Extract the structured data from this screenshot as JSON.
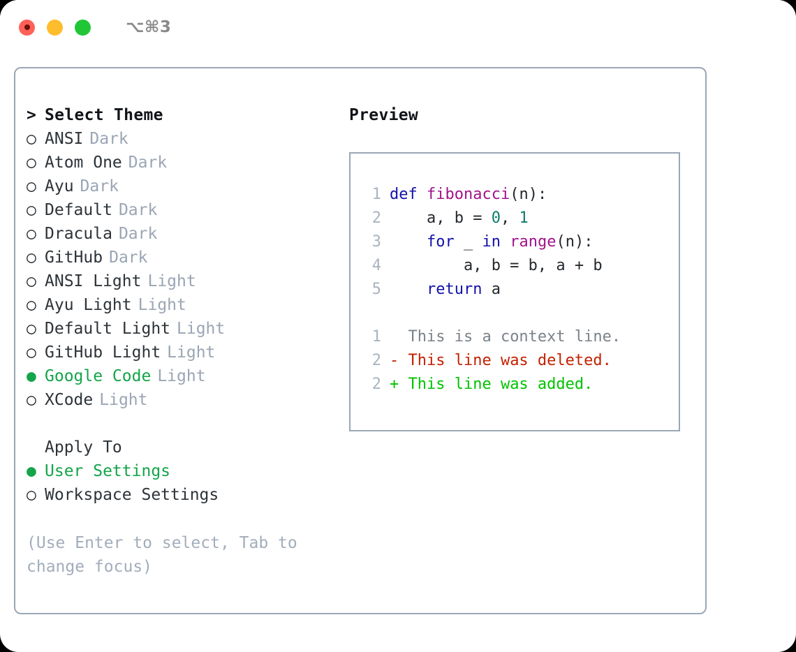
{
  "window": {
    "shortcut_label": "⌥⌘3",
    "traffic_lights": [
      "close",
      "minimize",
      "maximize"
    ]
  },
  "theme_picker": {
    "heading_marker": ">",
    "heading": "Select Theme",
    "items": [
      {
        "marker": "○",
        "label": "ANSI",
        "category": "Dark",
        "selected": false
      },
      {
        "marker": "○",
        "label": "Atom One",
        "category": "Dark",
        "selected": false
      },
      {
        "marker": "○",
        "label": "Ayu",
        "category": "Dark",
        "selected": false
      },
      {
        "marker": "○",
        "label": "Default",
        "category": "Dark",
        "selected": false
      },
      {
        "marker": "○",
        "label": "Dracula",
        "category": "Dark",
        "selected": false
      },
      {
        "marker": "○",
        "label": "GitHub",
        "category": "Dark",
        "selected": false
      },
      {
        "marker": "○",
        "label": "ANSI Light",
        "category": "Light",
        "selected": false
      },
      {
        "marker": "○",
        "label": "Ayu Light",
        "category": "Light",
        "selected": false
      },
      {
        "marker": "○",
        "label": "Default Light",
        "category": "Light",
        "selected": false
      },
      {
        "marker": "○",
        "label": "GitHub Light",
        "category": "Light",
        "selected": false
      },
      {
        "marker": "●",
        "label": "Google Code",
        "category": "Light",
        "selected": true
      },
      {
        "marker": "○",
        "label": "XCode",
        "category": "Light",
        "selected": false
      }
    ]
  },
  "apply_to": {
    "title": "Apply To",
    "options": [
      {
        "marker": "●",
        "label": "User Settings",
        "selected": true
      },
      {
        "marker": "○",
        "label": "Workspace Settings",
        "selected": false
      }
    ]
  },
  "hint": "(Use Enter to select, Tab to change focus)",
  "preview": {
    "title": "Preview",
    "code_lines": [
      {
        "number": "1",
        "tokens": [
          {
            "text": "def ",
            "type": "kw"
          },
          {
            "text": "fibonacci",
            "type": "fn"
          },
          {
            "text": "(n):",
            "type": "pl"
          }
        ]
      },
      {
        "number": "2",
        "tokens": [
          {
            "text": "    a, b = ",
            "type": "pl"
          },
          {
            "text": "0",
            "type": "num"
          },
          {
            "text": ", ",
            "type": "pl"
          },
          {
            "text": "1",
            "type": "num"
          }
        ]
      },
      {
        "number": "3",
        "tokens": [
          {
            "text": "    ",
            "type": "pl"
          },
          {
            "text": "for",
            "type": "kw"
          },
          {
            "text": " _ ",
            "type": "pl"
          },
          {
            "text": "in",
            "type": "kw"
          },
          {
            "text": " ",
            "type": "pl"
          },
          {
            "text": "range",
            "type": "fn"
          },
          {
            "text": "(n):",
            "type": "pl"
          }
        ]
      },
      {
        "number": "4",
        "tokens": [
          {
            "text": "        a, b = b, a + b",
            "type": "pl"
          }
        ]
      },
      {
        "number": "5",
        "tokens": [
          {
            "text": "    ",
            "type": "pl"
          },
          {
            "text": "return",
            "type": "kw"
          },
          {
            "text": " a",
            "type": "pl"
          }
        ]
      }
    ],
    "diff_lines": [
      {
        "number": "1",
        "sign": " ",
        "text": " This is a context line.",
        "type": "ctx"
      },
      {
        "number": "2",
        "sign": "-",
        "text": " This line was deleted.",
        "type": "del"
      },
      {
        "number": "2",
        "sign": "+",
        "text": " This line was added.",
        "type": "add"
      }
    ]
  },
  "colors": {
    "accent_green": "#14a44a",
    "border": "#9ba6b6",
    "muted_text": "#9aa5b4",
    "keyword": "#1212aa",
    "function": "#a0148c",
    "number": "#0e7c6b",
    "diff_delete": "#c42100",
    "diff_add": "#00c300",
    "traffic_red": "#ff6058",
    "traffic_yellow": "#ffbd2e",
    "traffic_green": "#21c636"
  }
}
